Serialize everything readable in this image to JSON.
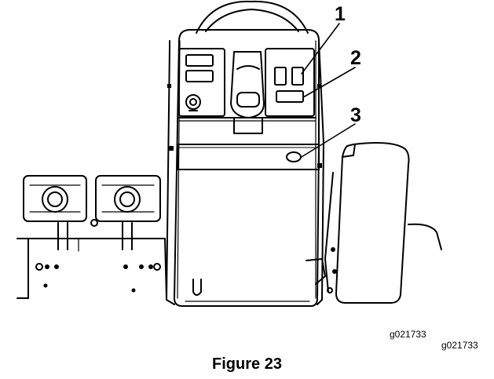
{
  "callouts": [
    "1",
    "2",
    "3"
  ],
  "graphic_code_inner": "g021733",
  "graphic_code_outer": "g021733",
  "caption": "Figure 23"
}
